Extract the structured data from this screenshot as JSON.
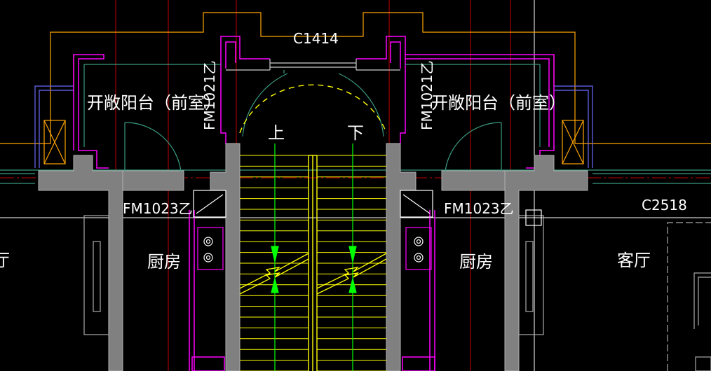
{
  "drawing": {
    "window_label_top": "C1414",
    "window_label_right": "C2518",
    "door_label_left_vertical": "FM1021乙",
    "door_label_right_vertical": "FM1021乙",
    "door_label_left": "FM1023乙",
    "door_label_right": "FM1023乙",
    "room_balcony_left": "开敞阳台（前室）",
    "room_balcony_right": "开敞阳台（前室）",
    "room_kitchen_left": "厨房",
    "room_kitchen_right": "厨房",
    "room_living_right": "客厅",
    "room_living_left_partial": "厅",
    "stair_up": "上",
    "stair_down": "下"
  },
  "colors": {
    "background": "#000000",
    "wall": "#808080",
    "magenta": "#ff00ff",
    "orange": "#ffa500",
    "yellow": "#ffff00",
    "green": "#00ff00",
    "red": "#ff0000",
    "white": "#ffffff",
    "teal": "#5fd3c0",
    "blue": "#6a6aff"
  }
}
